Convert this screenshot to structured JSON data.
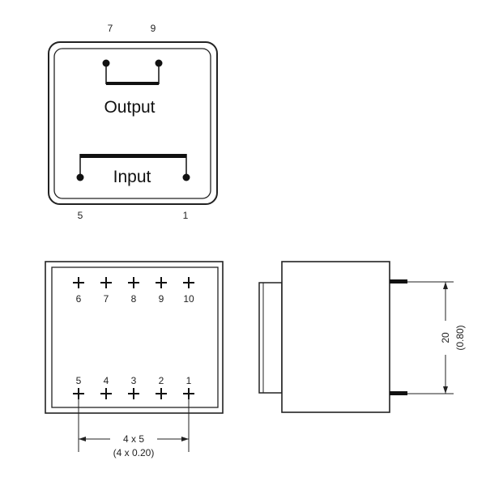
{
  "top_view": {
    "pin_labels_top": [
      "7",
      "9"
    ],
    "pin_labels_bottom": [
      "5",
      "1"
    ],
    "output_label": "Output",
    "input_label": "Input"
  },
  "bottom_view": {
    "pins_top": [
      "6",
      "7",
      "8",
      "9",
      "10"
    ],
    "pins_bottom": [
      "5",
      "4",
      "3",
      "2",
      "1"
    ],
    "spacing_mm": "4 x 5",
    "spacing_in": "(4 x 0.20)"
  },
  "side_view": {
    "spacing_mm": "20",
    "spacing_in": "(0.80)"
  }
}
